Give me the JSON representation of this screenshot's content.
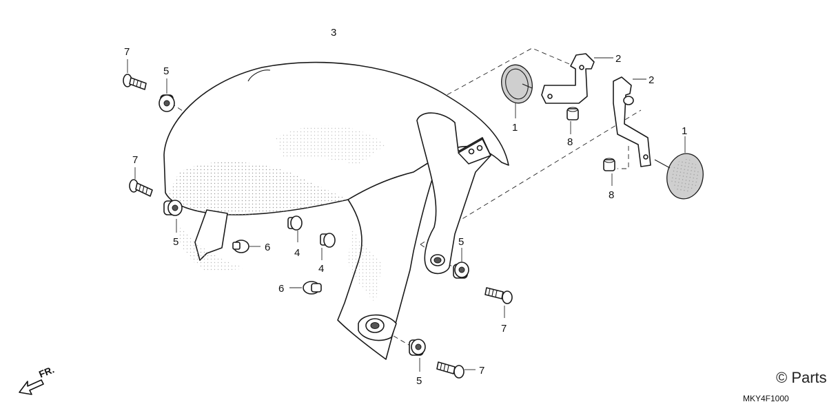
{
  "diagram": {
    "callouts": {
      "fender": "3",
      "reflector_left": "1",
      "reflector_right": "1",
      "stay_top": "2",
      "stay_right": "2",
      "collar_a": "4",
      "collar_b": "4",
      "grommet_top": "5",
      "grommet_left": "5",
      "grommet_mid": "5",
      "grommet_bottom": "5",
      "clip_left": "6",
      "clip_bottom": "6",
      "screw_top": "7",
      "screw_left": "7",
      "screw_mid": "7",
      "screw_bottom": "7",
      "nut_top": "8",
      "nut_right": "8"
    },
    "front_indicator": "FR.",
    "diagram_code": "MKY4F1000",
    "watermark": "© Parts"
  }
}
